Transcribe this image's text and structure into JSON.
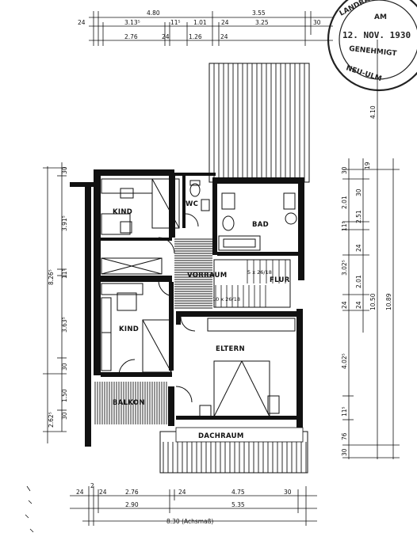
{
  "stamp": {
    "top_text": "LANDRATSAMT",
    "am": "AM",
    "date": "12. NOV. 1930",
    "approved": "GENEHMIGT",
    "place": "NEU-ULM"
  },
  "rooms": {
    "kind_top": "KIND",
    "wc": "WC",
    "bad": "BAD",
    "vorraum": "VORRAUM",
    "flur": "FLUR",
    "kind_bottom": "KIND",
    "eltern": "ELTERN",
    "balkon": "BALKON",
    "dachraum": "DACHRAUM"
  },
  "stairs": {
    "upper": "5 x 26/18",
    "lower": "10 x 26/18"
  },
  "dims_top": {
    "row1": [
      "4.80",
      "3.55"
    ],
    "row2": [
      "24",
      "3.13⁵",
      "11⁵",
      "1.01",
      "24",
      "3.25",
      "30"
    ],
    "row3": [
      "2.76",
      "24",
      "1.26",
      "24"
    ]
  },
  "dims_bottom": {
    "row1": [
      "24",
      "2",
      "24",
      "2.76",
      "24",
      "4.75",
      "30"
    ],
    "row2": [
      "2.90",
      "5.35"
    ],
    "total": "8.30 (Achsmaß)"
  },
  "dims_left": {
    "outer": [
      "8.26⁵",
      "2.62⁵"
    ],
    "inner": [
      "30",
      "3.91⁵",
      "11⁵",
      "3.63⁵",
      "30",
      "1.50",
      "30"
    ]
  },
  "dims_right": {
    "col1": [
      "30",
      "2.01",
      "11⁵",
      "3.02⁵",
      "24",
      "4.02⁵",
      "11⁵",
      "76",
      "30"
    ],
    "col2": [
      "19",
      "30",
      "2.51",
      "24",
      "2.01",
      "24"
    ],
    "col3": [
      "4.10",
      "10.50",
      "10.89"
    ]
  }
}
